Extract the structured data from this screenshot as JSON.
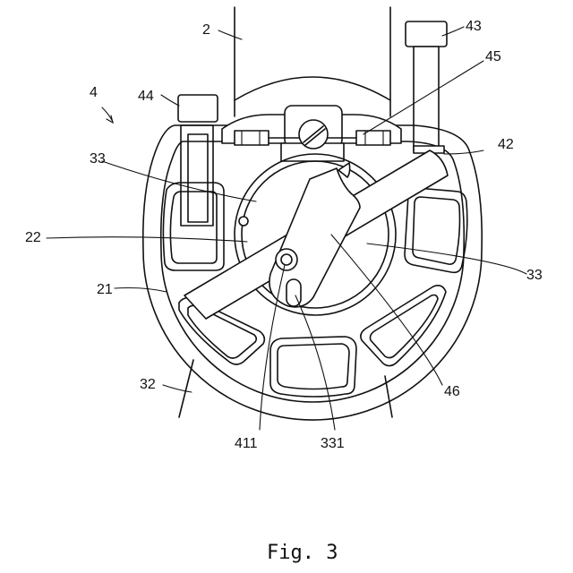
{
  "figure": {
    "caption": "Fig. 3",
    "labels": {
      "l2": "2",
      "l4": "4",
      "l21": "21",
      "l22": "22",
      "l32": "32",
      "l33a": "33",
      "l33b": "33",
      "l42": "42",
      "l43": "43",
      "l44": "44",
      "l45": "45",
      "l46": "46",
      "l411": "411",
      "l331": "331"
    }
  }
}
